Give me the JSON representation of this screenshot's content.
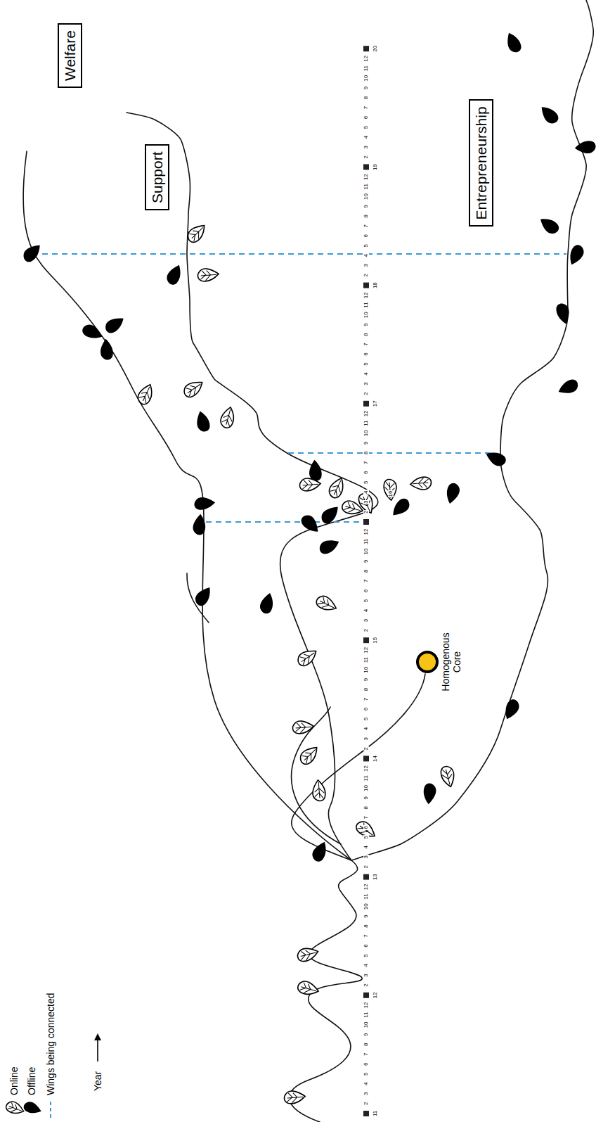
{
  "diagram": {
    "nodes": [
      {
        "text": [
          "Welfare"
        ]
      },
      {
        "text": [
          "Support"
        ]
      },
      {
        "text": [
          "Entrepreneurship"
        ]
      },
      {
        "text": [
          "Homogenous Core"
        ]
      }
    ],
    "labels": [
      "Year",
      "11",
      "2",
      "3",
      "4",
      "5",
      "6",
      "7",
      "8",
      "9",
      "10",
      "11",
      "12",
      "12",
      "2",
      "3",
      "4",
      "5",
      "6",
      "7",
      "8",
      "9",
      "10",
      "11",
      "12",
      "13",
      "2",
      "3",
      "4",
      "5",
      "6",
      "7",
      "8",
      "9",
      "10",
      "11",
      "12",
      "14",
      "2",
      "3",
      "4",
      "5",
      "6",
      "7",
      "8",
      "9",
      "10",
      "11",
      "12",
      "15",
      "2",
      "3",
      "4",
      "5",
      "6",
      "7",
      "8",
      "9",
      "10",
      "11",
      "12",
      "16",
      "2",
      "3",
      "4",
      "5",
      "6",
      "7",
      "8",
      "9",
      "10",
      "11",
      "12",
      "17",
      "2",
      "3",
      "4",
      "5",
      "6",
      "7",
      "8",
      "9",
      "10",
      "11",
      "12",
      "18",
      "2",
      "3",
      "4",
      "5",
      "6",
      "7",
      "8",
      "9",
      "10",
      "11",
      "12",
      "19",
      "2",
      "3",
      "4",
      "5",
      "6",
      "7",
      "8",
      "9",
      "10",
      "11",
      "12",
      "20"
    ],
    "legend": [
      {
        "text": "Online"
      },
      {
        "text": "Offline"
      },
      {
        "text": "Wings being connected"
      }
    ]
  }
}
